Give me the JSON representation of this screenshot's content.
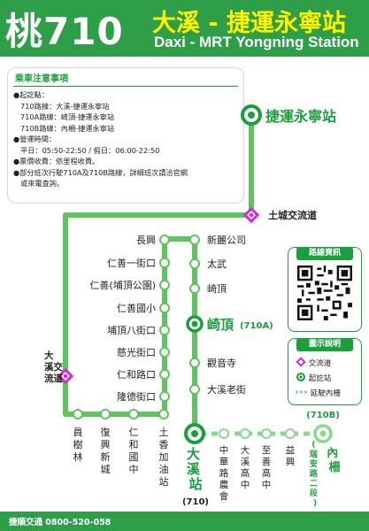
{
  "header": {
    "route_no": "桃710",
    "title_zh": "大溪 - 捷運永寧站",
    "title_en": "Daxi - MRT Yongning Station"
  },
  "info": {
    "title": "乘車注意事項",
    "lines": [
      "●起訖點：",
      "710路線：大溪-捷運永寧站",
      "710A路線：崎頂-捷運永寧站",
      "710B路線：內柵-捷運永寧站",
      "●營運時間：",
      "平日：05:50-22:50 / 假日：06:00-22:50",
      "●票價收費：依里程收費。",
      "●部分班次行駛710A及710B路線，詳細班次請洽官網",
      "或來電查詢。"
    ]
  },
  "stops": {
    "terminal_top": "捷運永寧站",
    "transfer_tucheng": "土城交流道",
    "transfer_daxi": "大溪交流道",
    "left_column": [
      "長興",
      "仁善一街口",
      "仁善(埔頂公園)",
      "仁善國小",
      "埔頂八街口",
      "慈光街口",
      "仁和路口",
      "隆德街口"
    ],
    "right_column": [
      "新麗公司",
      "太武",
      "崎頂",
      "觀音寺",
      "大溪老街"
    ],
    "qiding_terminal": "崎頂",
    "qiding_route": "(710A)",
    "bottom_left": [
      "員樹林",
      "復興新城",
      "仁和國中",
      "土香加油站"
    ],
    "daxi_terminal": "大溪站",
    "daxi_route": "(710)",
    "bottom_right": [
      "中華路農會",
      "大溪高中",
      "至善高中",
      "益興"
    ],
    "neizha_route": "(710B)",
    "neizha_terminal": "內柵",
    "neizha_sub": "(瑞安路二段)"
  },
  "qr_panel": {
    "title": "路線資訊"
  },
  "legend": {
    "title": "圖示說明",
    "items": [
      "交流道",
      "起訖站",
      "延駛內柵"
    ]
  },
  "footer": {
    "text": "捷順交通  0800-520-058"
  },
  "colors": {
    "brand_green": "#2e9e49",
    "route_green": "#5fc35f",
    "transfer": "#d62ad6",
    "title_yellow": "#fff200"
  }
}
